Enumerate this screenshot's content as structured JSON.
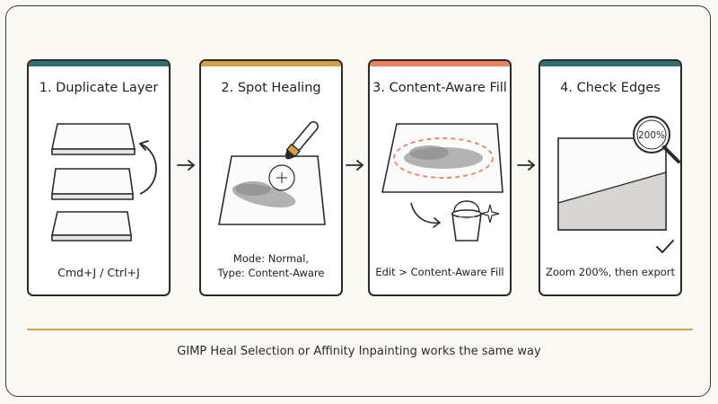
{
  "colors": {
    "teal": "#2f6f6f",
    "gold": "#d4a040",
    "coral": "#ee8060",
    "ink": "#2a2a2a",
    "stain": "#9a9a9a"
  },
  "steps": [
    {
      "title": "1. Duplicate Layer",
      "caption": "Cmd+J / Ctrl+J",
      "bar_color": "#2f6f6f",
      "icon": "stacked-layers-icon"
    },
    {
      "title": "2. Spot Healing",
      "caption_line1": "Mode: Normal,",
      "caption_line2": "Type: Content-Aware",
      "bar_color": "#d4a040",
      "icon": "healing-brush-icon"
    },
    {
      "title": "3. Content-Aware Fill",
      "caption": "Edit > Content-Aware Fill",
      "bar_color": "#ee8060",
      "icon": "fill-bucket-icon"
    },
    {
      "title": "4. Check Edges",
      "caption": "Zoom 200%, then export",
      "zoom_label": "200%",
      "bar_color": "#2f6f6f",
      "icon": "magnifier-icon"
    }
  ],
  "footer": "GIMP Heal Selection or Affinity Inpainting works the same way"
}
